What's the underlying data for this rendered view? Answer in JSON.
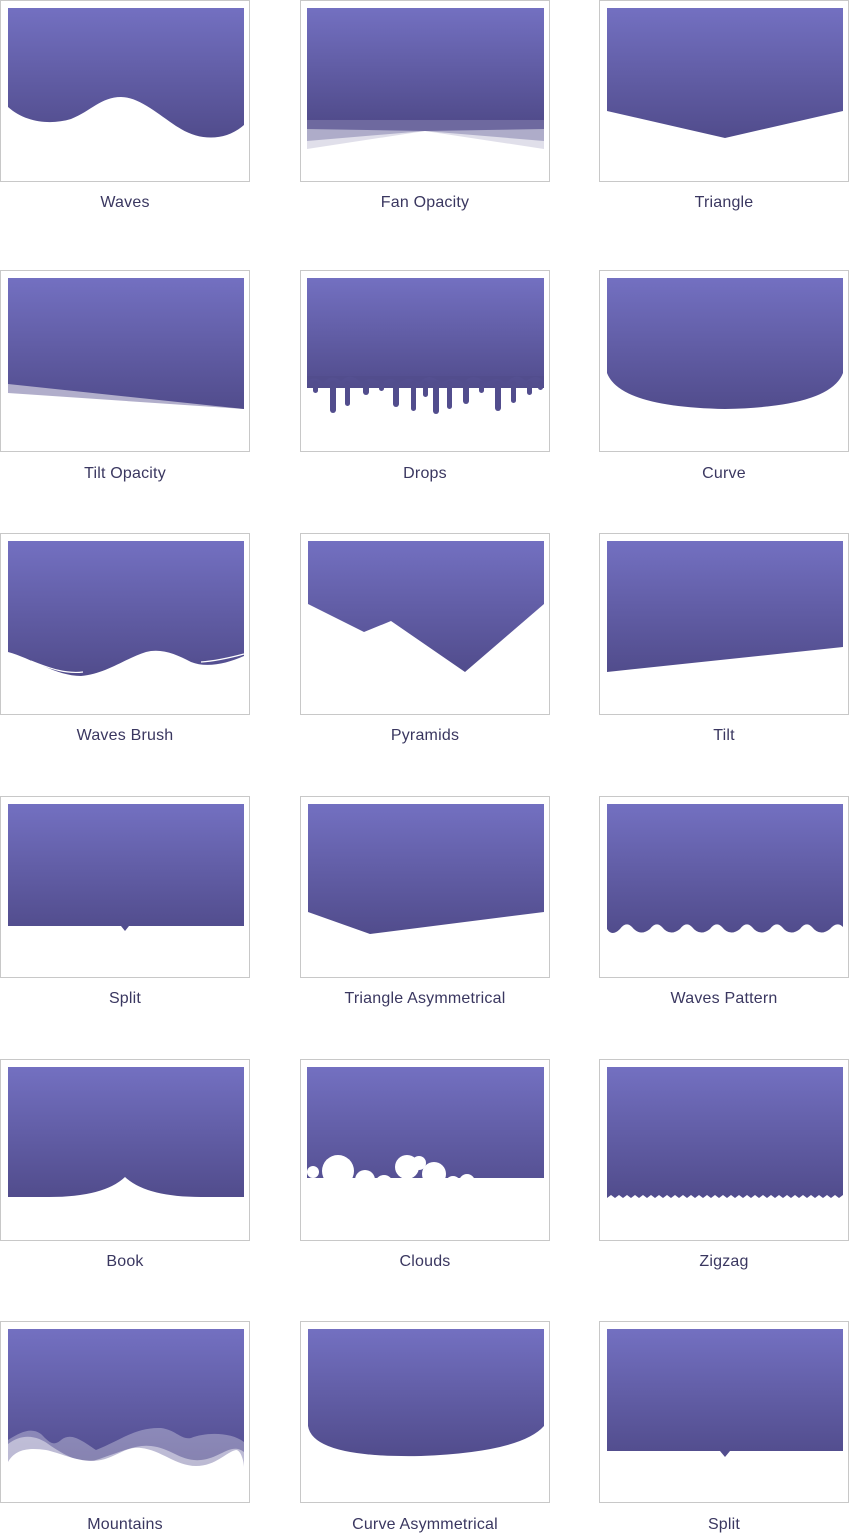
{
  "colors": {
    "gradient_top": "#7370c1",
    "gradient_bottom": "#514c8c",
    "card_border": "#c8c8c8",
    "label_text": "#3a3760",
    "background": "#ffffff"
  },
  "shape_dividers": [
    {
      "label": "Waves",
      "icon": "waves-shape-icon"
    },
    {
      "label": "Fan Opacity",
      "icon": "fan-opacity-shape-icon"
    },
    {
      "label": "Triangle",
      "icon": "triangle-shape-icon"
    },
    {
      "label": "Tilt Opacity",
      "icon": "tilt-opacity-shape-icon"
    },
    {
      "label": "Drops",
      "icon": "drops-shape-icon"
    },
    {
      "label": "Curve",
      "icon": "curve-shape-icon"
    },
    {
      "label": "Waves Brush",
      "icon": "waves-brush-shape-icon"
    },
    {
      "label": "Pyramids",
      "icon": "pyramids-shape-icon"
    },
    {
      "label": "Tilt",
      "icon": "tilt-shape-icon"
    },
    {
      "label": "Split",
      "icon": "split-shape-icon"
    },
    {
      "label": "Triangle Asymmetrical",
      "icon": "triangle-asymmetrical-shape-icon"
    },
    {
      "label": "Waves Pattern",
      "icon": "waves-pattern-shape-icon"
    },
    {
      "label": "Book",
      "icon": "book-shape-icon"
    },
    {
      "label": "Clouds",
      "icon": "clouds-shape-icon"
    },
    {
      "label": "Zigzag",
      "icon": "zigzag-shape-icon"
    },
    {
      "label": "Mountains",
      "icon": "mountains-shape-icon"
    },
    {
      "label": "Curve Asymmetrical",
      "icon": "curve-asymmetrical-shape-icon"
    },
    {
      "label": "Split",
      "icon": "split-shape-icon"
    }
  ]
}
